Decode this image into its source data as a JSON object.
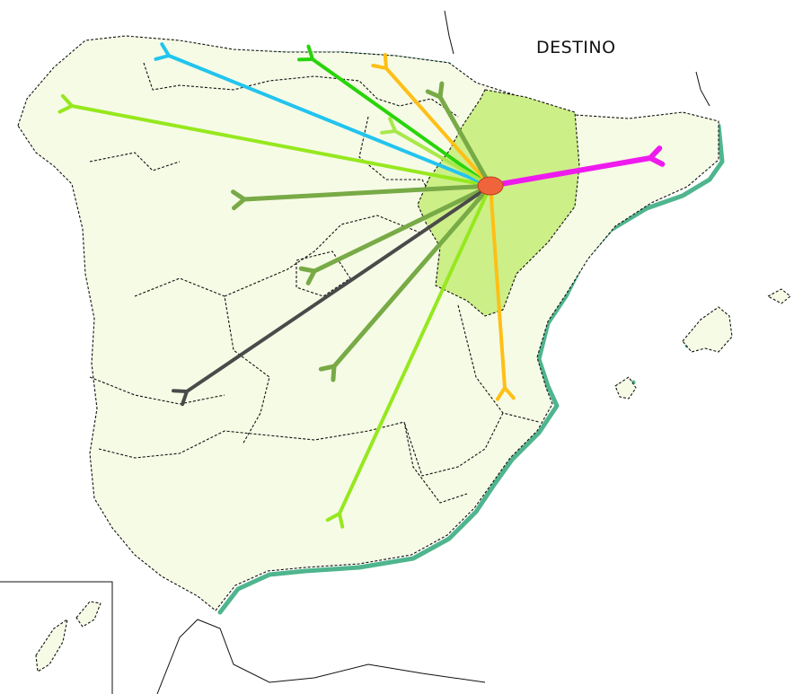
{
  "map": {
    "title": "DESTINO",
    "colors": {
      "land": "#f6fbe6",
      "highlight_region": "#ccef88",
      "coast_shadow": "#4fb58e",
      "origin_marker": "#f0643c"
    },
    "highlighted_region": "aragon",
    "routes": [
      {
        "id": "route-galicia",
        "color": "#96e81e",
        "width": 4
      },
      {
        "id": "route-asturias",
        "color": "#22c4ee",
        "width": 4
      },
      {
        "id": "route-cantabria",
        "color": "#28d40a",
        "width": 4
      },
      {
        "id": "route-pais-vasco",
        "color": "#ffbf16",
        "width": 4
      },
      {
        "id": "route-navarra",
        "color": "#78aa46",
        "width": 5
      },
      {
        "id": "route-la-rioja",
        "color": "#a8e84a",
        "width": 4
      },
      {
        "id": "route-castilla-leon",
        "color": "#78aa46",
        "width": 5
      },
      {
        "id": "route-cataluna",
        "color": "#ee1aee",
        "width": 6
      },
      {
        "id": "route-madrid",
        "color": "#78aa46",
        "width": 5
      },
      {
        "id": "route-extremadura",
        "color": "#4a4a4a",
        "width": 4
      },
      {
        "id": "route-castilla-la-mancha",
        "color": "#78aa46",
        "width": 5
      },
      {
        "id": "route-andalucia",
        "color": "#96e81e",
        "width": 4
      },
      {
        "id": "route-valencia",
        "color": "#ffbf16",
        "width": 4
      }
    ]
  }
}
